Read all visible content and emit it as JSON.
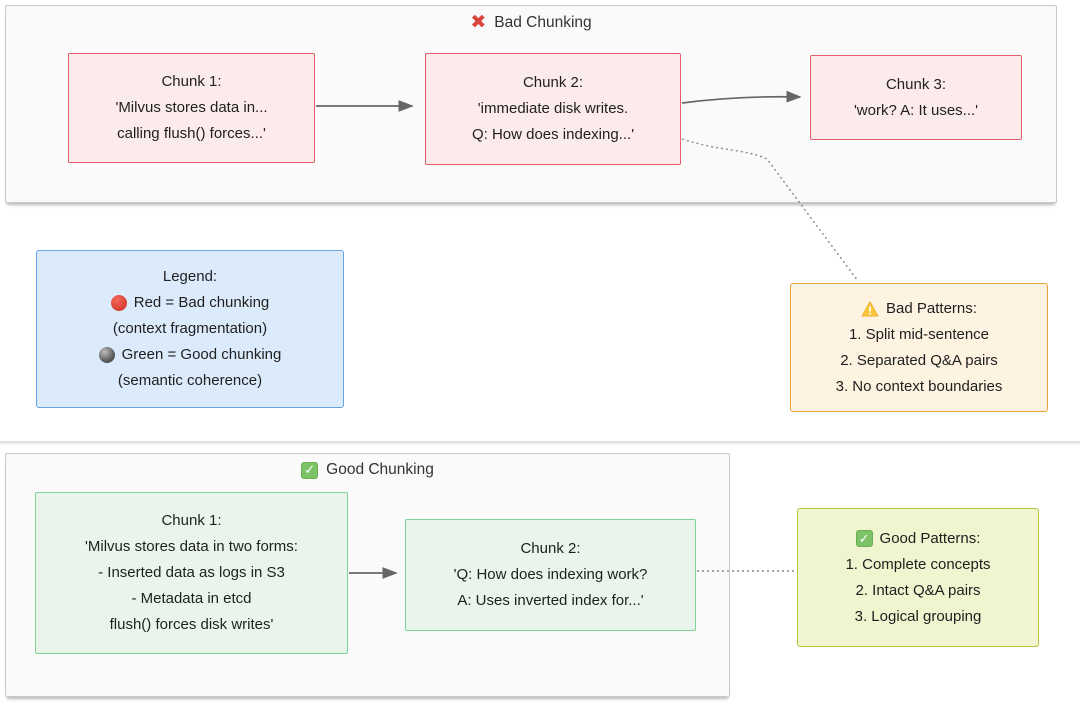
{
  "colors": {
    "chunk_bad_fill": "#fcebeb",
    "chunk_bad_border": "#e35d6a",
    "chunk_good_fill": "#e9f5ec",
    "chunk_good_border": "#7fd494",
    "legend_fill": "#dcebfc",
    "legend_border": "#66a3e3",
    "bad_patterns_fill": "#fdf3e0",
    "bad_patterns_border": "#e8a23d",
    "good_patterns_fill": "#f0f4cf",
    "good_patterns_border": "#b4c33c",
    "container_fill": "#fafafa",
    "container_border": "#c9c9c9",
    "arrow": "#666666"
  },
  "bad_section": {
    "title": "Bad Chunking",
    "icon": "red-x-icon",
    "chunks": [
      {
        "lines": [
          "Chunk 1:",
          "'Milvus stores data in...",
          "calling flush() forces...'"
        ]
      },
      {
        "lines": [
          "Chunk 2:",
          "'immediate disk writes.",
          "Q: How does indexing...'"
        ]
      },
      {
        "lines": [
          "Chunk 3:",
          "'work? A: It uses...'"
        ]
      }
    ]
  },
  "legend": {
    "title": "Legend:",
    "items": [
      {
        "icon": "red-circle-icon",
        "label": "Red = Bad chunking",
        "note": "(context fragmentation)"
      },
      {
        "icon": "gray-circle-icon",
        "label": "Green = Good chunking",
        "note": "(semantic coherence)"
      }
    ]
  },
  "bad_patterns": {
    "icon": "warning-triangle-icon",
    "title": "Bad Patterns:",
    "items": [
      "1. Split mid-sentence",
      "2. Separated Q&A pairs",
      "3. No context boundaries"
    ]
  },
  "good_section": {
    "title": "Good Chunking",
    "icon": "green-check-icon",
    "chunks": [
      {
        "lines": [
          "Chunk 1:",
          "'Milvus stores data in two forms:",
          "- Inserted data as logs in S3",
          "- Metadata in etcd",
          "flush() forces disk writes'"
        ]
      },
      {
        "lines": [
          "Chunk 2:",
          "'Q: How does indexing work?",
          "A: Uses inverted index for...'"
        ]
      }
    ]
  },
  "good_patterns": {
    "icon": "green-check-icon",
    "title": "Good Patterns:",
    "items": [
      "1. Complete concepts",
      "2. Intact Q&A pairs",
      "3. Logical grouping"
    ]
  }
}
